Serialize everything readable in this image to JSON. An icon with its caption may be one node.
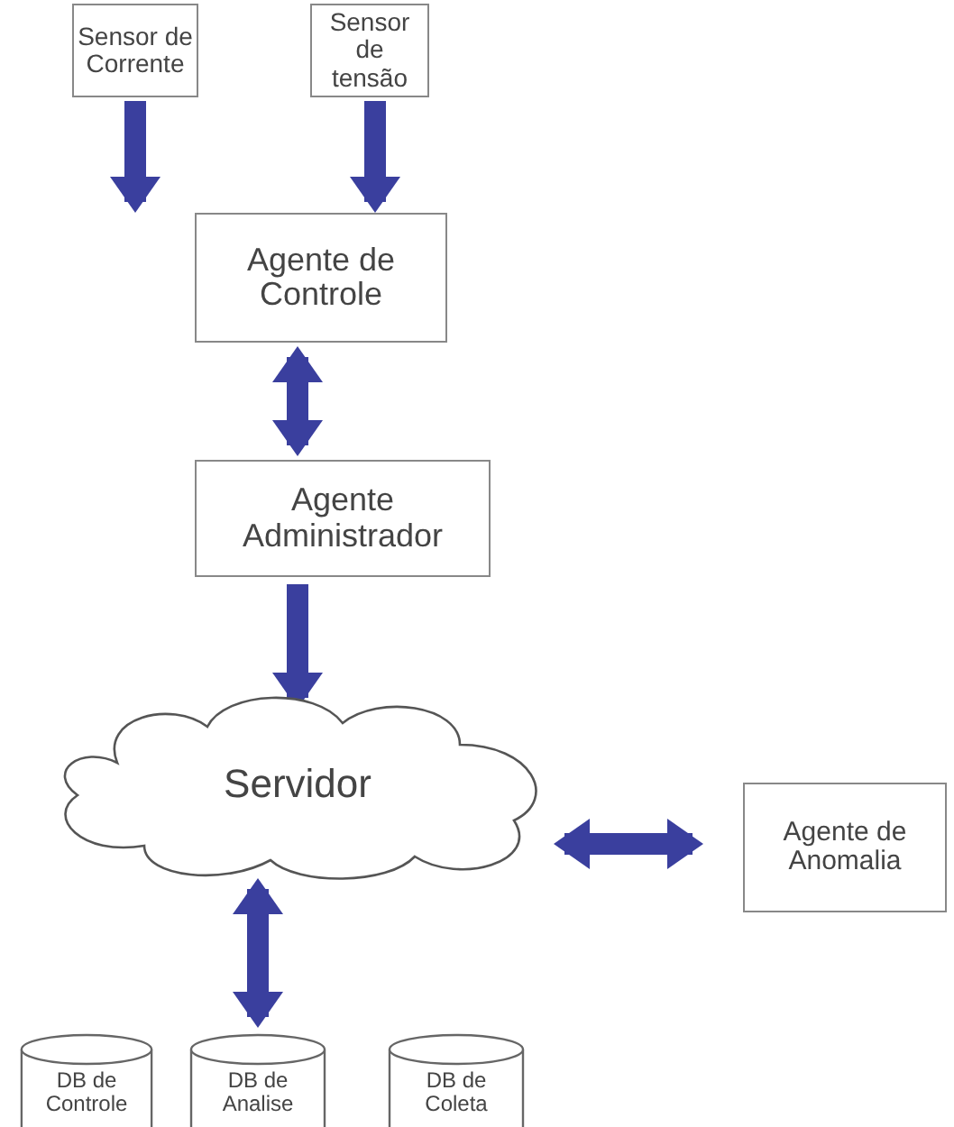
{
  "diagram": {
    "nodes": [
      {
        "text": [
          "Sensor de Corrente"
        ]
      },
      {
        "text": [
          "Sensor de tensão"
        ]
      },
      {
        "text": [
          "Agente de Controle"
        ]
      },
      {
        "text": [
          "Agente Administrador"
        ]
      },
      {
        "text": [
          "Servidor"
        ]
      },
      {
        "text": [
          "Agente de Anomalia"
        ]
      },
      {
        "text": [
          "DB de Controle"
        ]
      },
      {
        "text": [
          "DB de Analise"
        ]
      },
      {
        "text": [
          "DB de Coleta"
        ]
      }
    ],
    "edges": [
      {
        "from": 0,
        "to": 2,
        "arrow": "to"
      },
      {
        "from": 1,
        "to": 2,
        "arrow": "to"
      },
      {
        "from": 2,
        "to": 3,
        "arrow": "both"
      },
      {
        "from": 3,
        "to": 4,
        "arrow": "to"
      },
      {
        "from": 4,
        "to": 5,
        "arrow": "both"
      },
      {
        "from": 4,
        "to": 7,
        "arrow": "both"
      }
    ]
  }
}
